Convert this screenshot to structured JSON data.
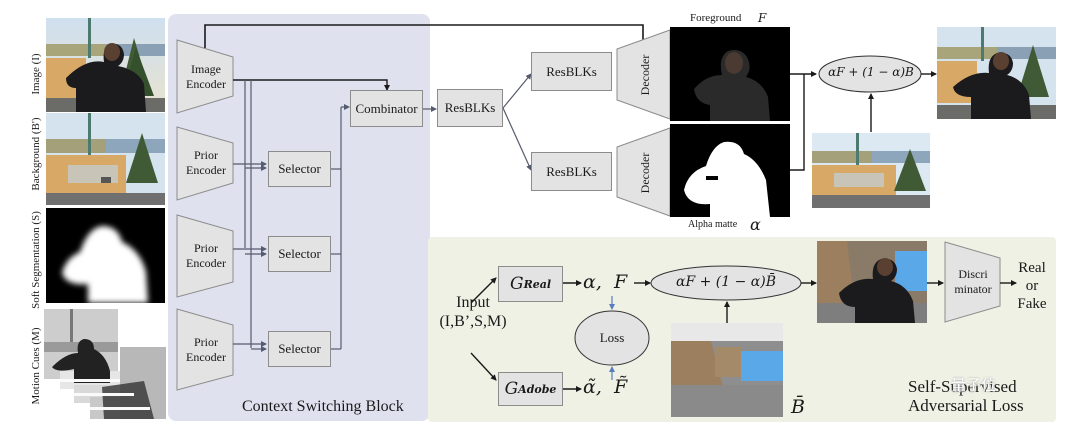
{
  "inputs": {
    "labels": [
      "Image (I)",
      "Background (B')",
      "Soft Segmentation (S)",
      "Motion Cues (M)"
    ]
  },
  "context_switching_block": {
    "title": "Context Switching Block",
    "image_encoder": "Image Encoder",
    "image_encoder_lines": [
      "Image",
      "Encoder"
    ],
    "prior_encoder_lines": [
      "Prior",
      "Encoder"
    ],
    "prior_encoder_count": 3,
    "selector": "Selector",
    "combinator": "Combinator"
  },
  "main_network": {
    "resblks": "ResBLKs",
    "decoder": "Decoder",
    "foreground_label": "Foreground",
    "foreground_symbol": "F",
    "alpha_label": "Alpha matte",
    "alpha_symbol": "α",
    "composite_formula": "αF + (1 − α)B"
  },
  "adversarial": {
    "input_label": "Input",
    "input_tuple": "(I,B’,S,M)",
    "g_real": {
      "base": "G",
      "sub": "Real"
    },
    "g_adobe": {
      "base": "G",
      "sub": "Adobe"
    },
    "real_outputs": "α,  F",
    "adobe_outputs": "α̃,  F̃",
    "loss": "Loss",
    "composite_formula": "αF + (1 − α)B̄",
    "new_background_symbol": "B̄",
    "discriminator_lines": [
      "Discri",
      "minator"
    ],
    "result_lines": [
      "Real",
      "or",
      "Fake"
    ],
    "title_lines": [
      "Self-Supervised",
      "Adversarial Loss"
    ]
  },
  "watermark": "量子位",
  "colors": {
    "context_block_bg": "#dfe1ef",
    "adversarial_block_bg": "#eff1e5",
    "box_fill": "#e3e3e3",
    "arrow": "#1a1a1a",
    "loss_arrow": "#5b7bbf"
  }
}
